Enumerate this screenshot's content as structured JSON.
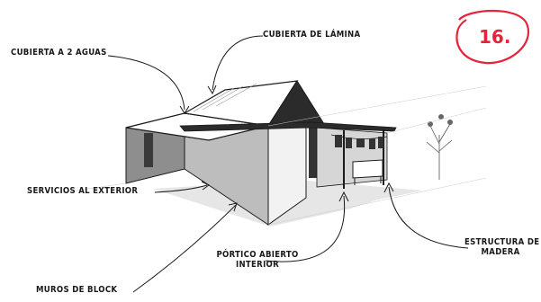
{
  "badge": {
    "number": "16.",
    "color": "#e5233a"
  },
  "labels": {
    "roof_two_waters": "CUBIERTA A 2 AGUAS",
    "roof_sheet": "CUBIERTA DE LÁMINA",
    "services": "SERVICIOS AL EXTERIOR",
    "walls": "MUROS DE BLOCK",
    "porch_line1": "PÓRTICO ABIERTO",
    "porch_line2": "INTERIOR",
    "structure_line1": "ESTRUCTURA DE",
    "structure_line2": "MADERA"
  },
  "colors": {
    "ink": "#1a1a1a",
    "wall": "#a9a9a9",
    "wall_dark": "#555555",
    "roof": "#2b2b2b",
    "paper": "#ffffff"
  }
}
